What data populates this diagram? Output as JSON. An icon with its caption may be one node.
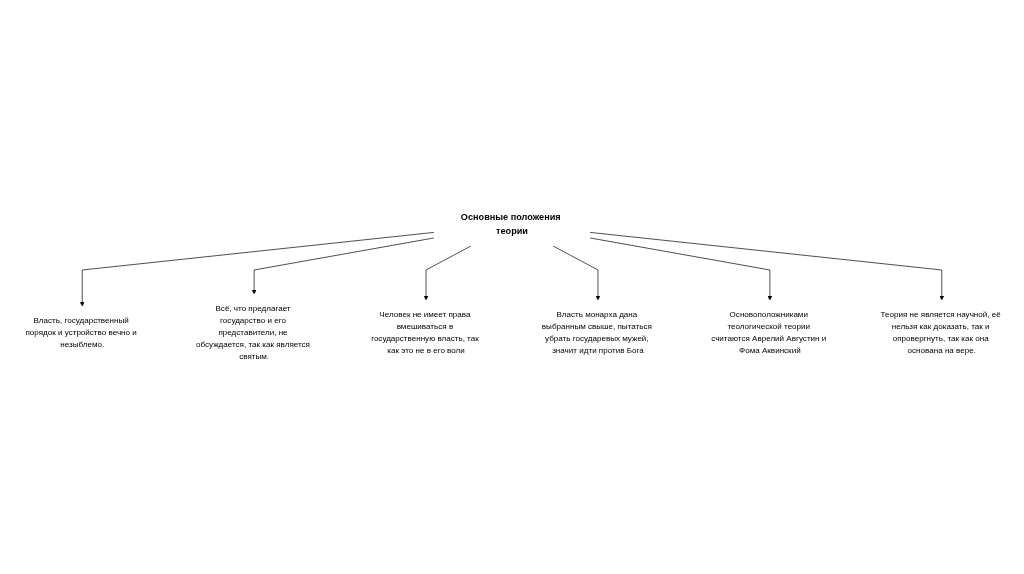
{
  "diagram": {
    "nodes": [
      {
        "text": [
          "Власть, государственный порядок и устройство вечно и незыблемо."
        ]
      },
      {
        "text": [
          "Всё, что предлагает государство и его представители, не обсуждается, так как является святым."
        ]
      },
      {
        "text": [
          "Человек не имеет права вмешиваться в государственную власть, так как это не в его воли"
        ]
      },
      {
        "text": [
          "Основные положения теории"
        ]
      },
      {
        "text": [
          "Власть монарха дана выбранным свыше, пытаться убрать государевых мужей, значит идти против Бога"
        ]
      },
      {
        "text": [
          "Основоположниками теологической теории считаются Аврелий Августин и Фома Аквинский"
        ]
      },
      {
        "text": [
          "Теория не является научной, её нельзя как доказать, так и опровергнуть, так как она основана на вере."
        ]
      }
    ],
    "edges": [
      {
        "from": 3,
        "to": 0,
        "arrow": "to"
      },
      {
        "from": 3,
        "to": 1,
        "arrow": "to"
      },
      {
        "from": 3,
        "to": 2,
        "arrow": "to"
      },
      {
        "from": 3,
        "to": 4,
        "arrow": "to"
      },
      {
        "from": 3,
        "to": 5,
        "arrow": "to"
      },
      {
        "from": 3,
        "to": 6,
        "arrow": "to"
      }
    ]
  }
}
